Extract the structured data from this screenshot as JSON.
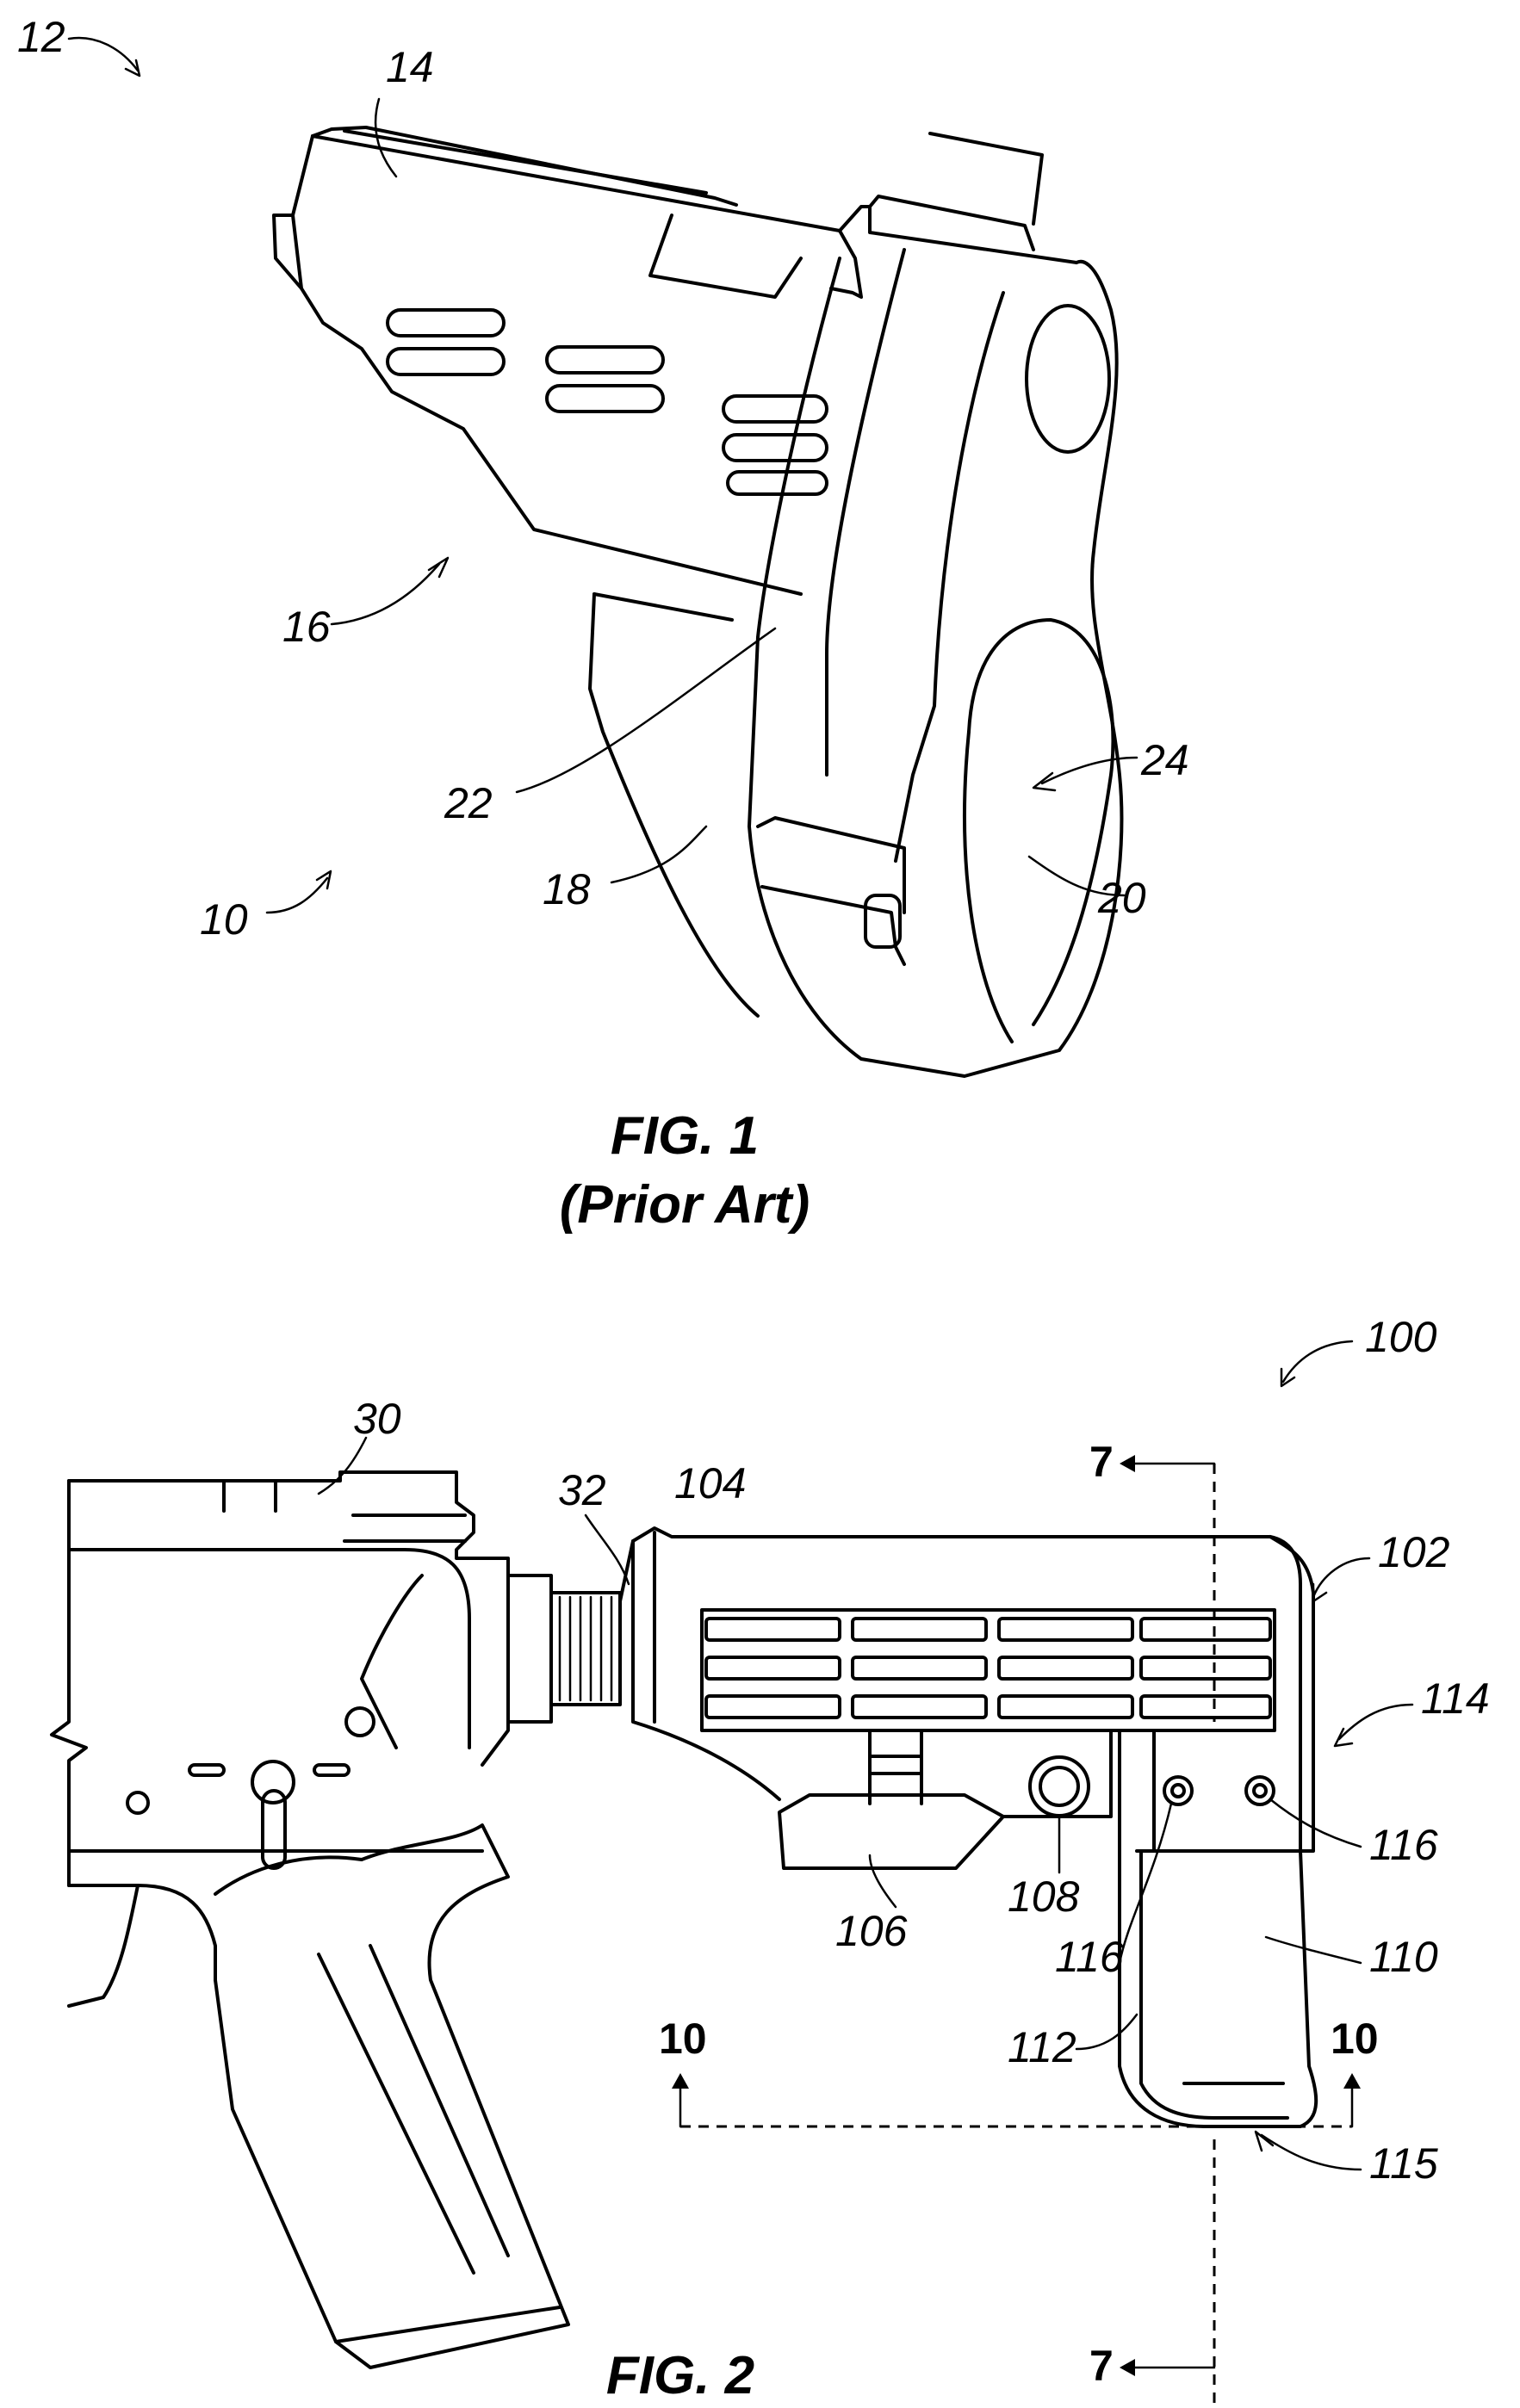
{
  "figures": [
    {
      "caption": "FIG. 1",
      "subcaption": "(Prior Art)"
    },
    {
      "caption": "FIG. 2"
    }
  ],
  "fig1_labels": [
    "12",
    "14",
    "16",
    "22",
    "18",
    "24",
    "20",
    "10"
  ],
  "fig2_labels": [
    "100",
    "30",
    "32",
    "104",
    "7",
    "102",
    "114",
    "116",
    "108",
    "116",
    "106",
    "110",
    "112",
    "10",
    "10",
    "115",
    "7"
  ]
}
